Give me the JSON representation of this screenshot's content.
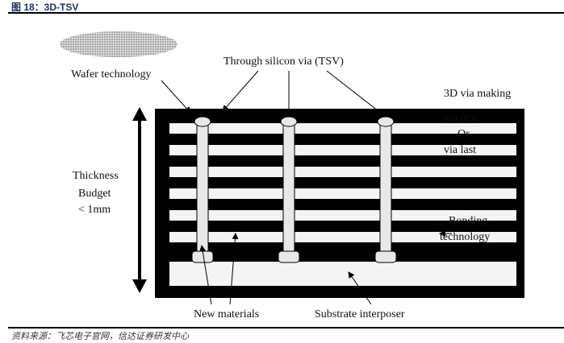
{
  "figure": {
    "title": "图 18：3D-TSV",
    "source": "资料来源：飞芯电子官网，信达证券研发中心"
  },
  "labels": {
    "wafer": "Wafer technology",
    "tsv": "Through silicon via (TSV)",
    "via_making": "3D via making",
    "via_first": "via first",
    "or": "Or",
    "via_last": "via last",
    "thickness1": "Thickness",
    "thickness2": "Budget",
    "thickness3": "< 1mm",
    "bonding1": "Bonding",
    "bonding2": "technology",
    "new_materials": "New materials",
    "substrate": "Substrate interposer"
  }
}
